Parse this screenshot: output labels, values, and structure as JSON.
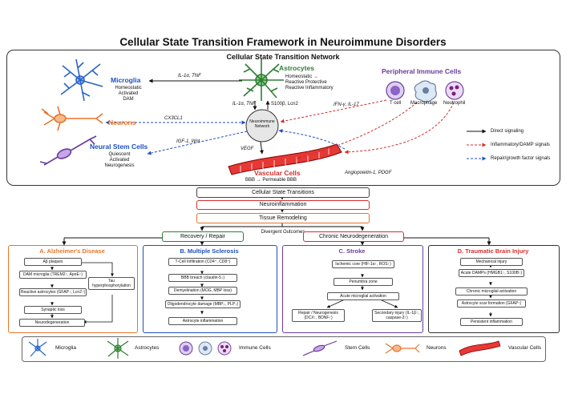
{
  "title": "Cellular State Transition Framework in Neuroimmune Disorders",
  "network": {
    "title": "Cellular State Transition Network",
    "microglia": {
      "name": "Microglia",
      "states": [
        "Homeostatic",
        "Activated",
        "DAM"
      ]
    },
    "astrocytes": {
      "name": "Astrocytes",
      "states": [
        "Homeostatic →",
        "Reactive Protective",
        "Reactive Inflammatory"
      ]
    },
    "peripheral": {
      "name": "Peripheral Immune Cells",
      "cells": [
        "T cell",
        "Macrophage",
        "Neutrophil"
      ]
    },
    "neurons": {
      "name": "Neurons"
    },
    "nsc": {
      "name": "Neural Stem Cells",
      "states": [
        "Quiescent",
        "Activated",
        "Neurogenesis"
      ]
    },
    "vascular": {
      "name": "Vascular Cells",
      "states": "BBB → Permeable BBB"
    },
    "center": "Neuroimmune Network",
    "signals": {
      "il1_tnf_top": "IL-1α, TNF",
      "il1_tnf_astro": "IL-1α, TNF",
      "s100": "S100β, Lcn2",
      "ifn": "IFN-γ, IL-17",
      "cx3cl1": "CX3CL1",
      "igf": "IGF-1, Wnt",
      "vegf": "VEGF",
      "ang": "Angiopoietin-1, PDGF"
    },
    "legend": [
      "Direct signaling",
      "Inflammatory/DAMP signals",
      "Repair/growth factor signals"
    ]
  },
  "flow": {
    "transitions": "Cellular State Transitions",
    "neuroinflammation": "Neuroinflammation",
    "remodeling": "Tissue Remodeling",
    "recovery": "Recovery / Repair",
    "divergent": "Divergent Outcomes",
    "chronic": "Chronic Neurodegeneration"
  },
  "diseases": {
    "ad": {
      "title": "A. Alzheimer's Disease",
      "steps": [
        "Aβ plaques",
        "DAM microglia (TREM2↑, ApoE↑)",
        "Reactive astrocytes (GFAP↑, Lcn2↑)",
        "Synaptic loss",
        "Neurodegeneration"
      ],
      "tau": "Tau hyperphosphorylation"
    },
    "ms": {
      "title": "B. Multiple Sclerosis",
      "steps": [
        "T-Cell Infiltration (CD4⁺, CD8⁺)",
        "BBB breach (claudin-5↓)",
        "Demyelination (MOG, MBP loss)",
        "Oligodendrocyte damage (MBP↓, PLP↓)",
        "Astrocyte inflammation"
      ]
    },
    "stroke": {
      "title": "C. Stroke",
      "steps": [
        "Ischemic core (HIF-1α↑, ROS↑)",
        "Penumbra zone",
        "Acute microglial activation"
      ],
      "repair": "Repair / Neurogenesis (DCX↑, BDNF↑)",
      "secondary": "Secondary injury (IL-1β↑, caspase-3↑)"
    },
    "tbi": {
      "title": "D. Traumatic Brain Injury",
      "steps": [
        "Mechanical injury",
        "Acute DAMPs (HMGB1↑, S100B↑)",
        "Chronic microglial activation",
        "Astrocyte scar formation (GFAP↑)",
        "Persistent inflammation"
      ]
    }
  },
  "legend": [
    "Microglia",
    "Astrocytes",
    "Immune Cells",
    "Stem Cells",
    "Neurons",
    "Vascular Cells"
  ],
  "colors": {
    "blue": "#1f4fbf",
    "green": "#2e7d32",
    "orange": "#e8742a",
    "red": "#d32f2f",
    "purple": "#6a3d9a"
  }
}
